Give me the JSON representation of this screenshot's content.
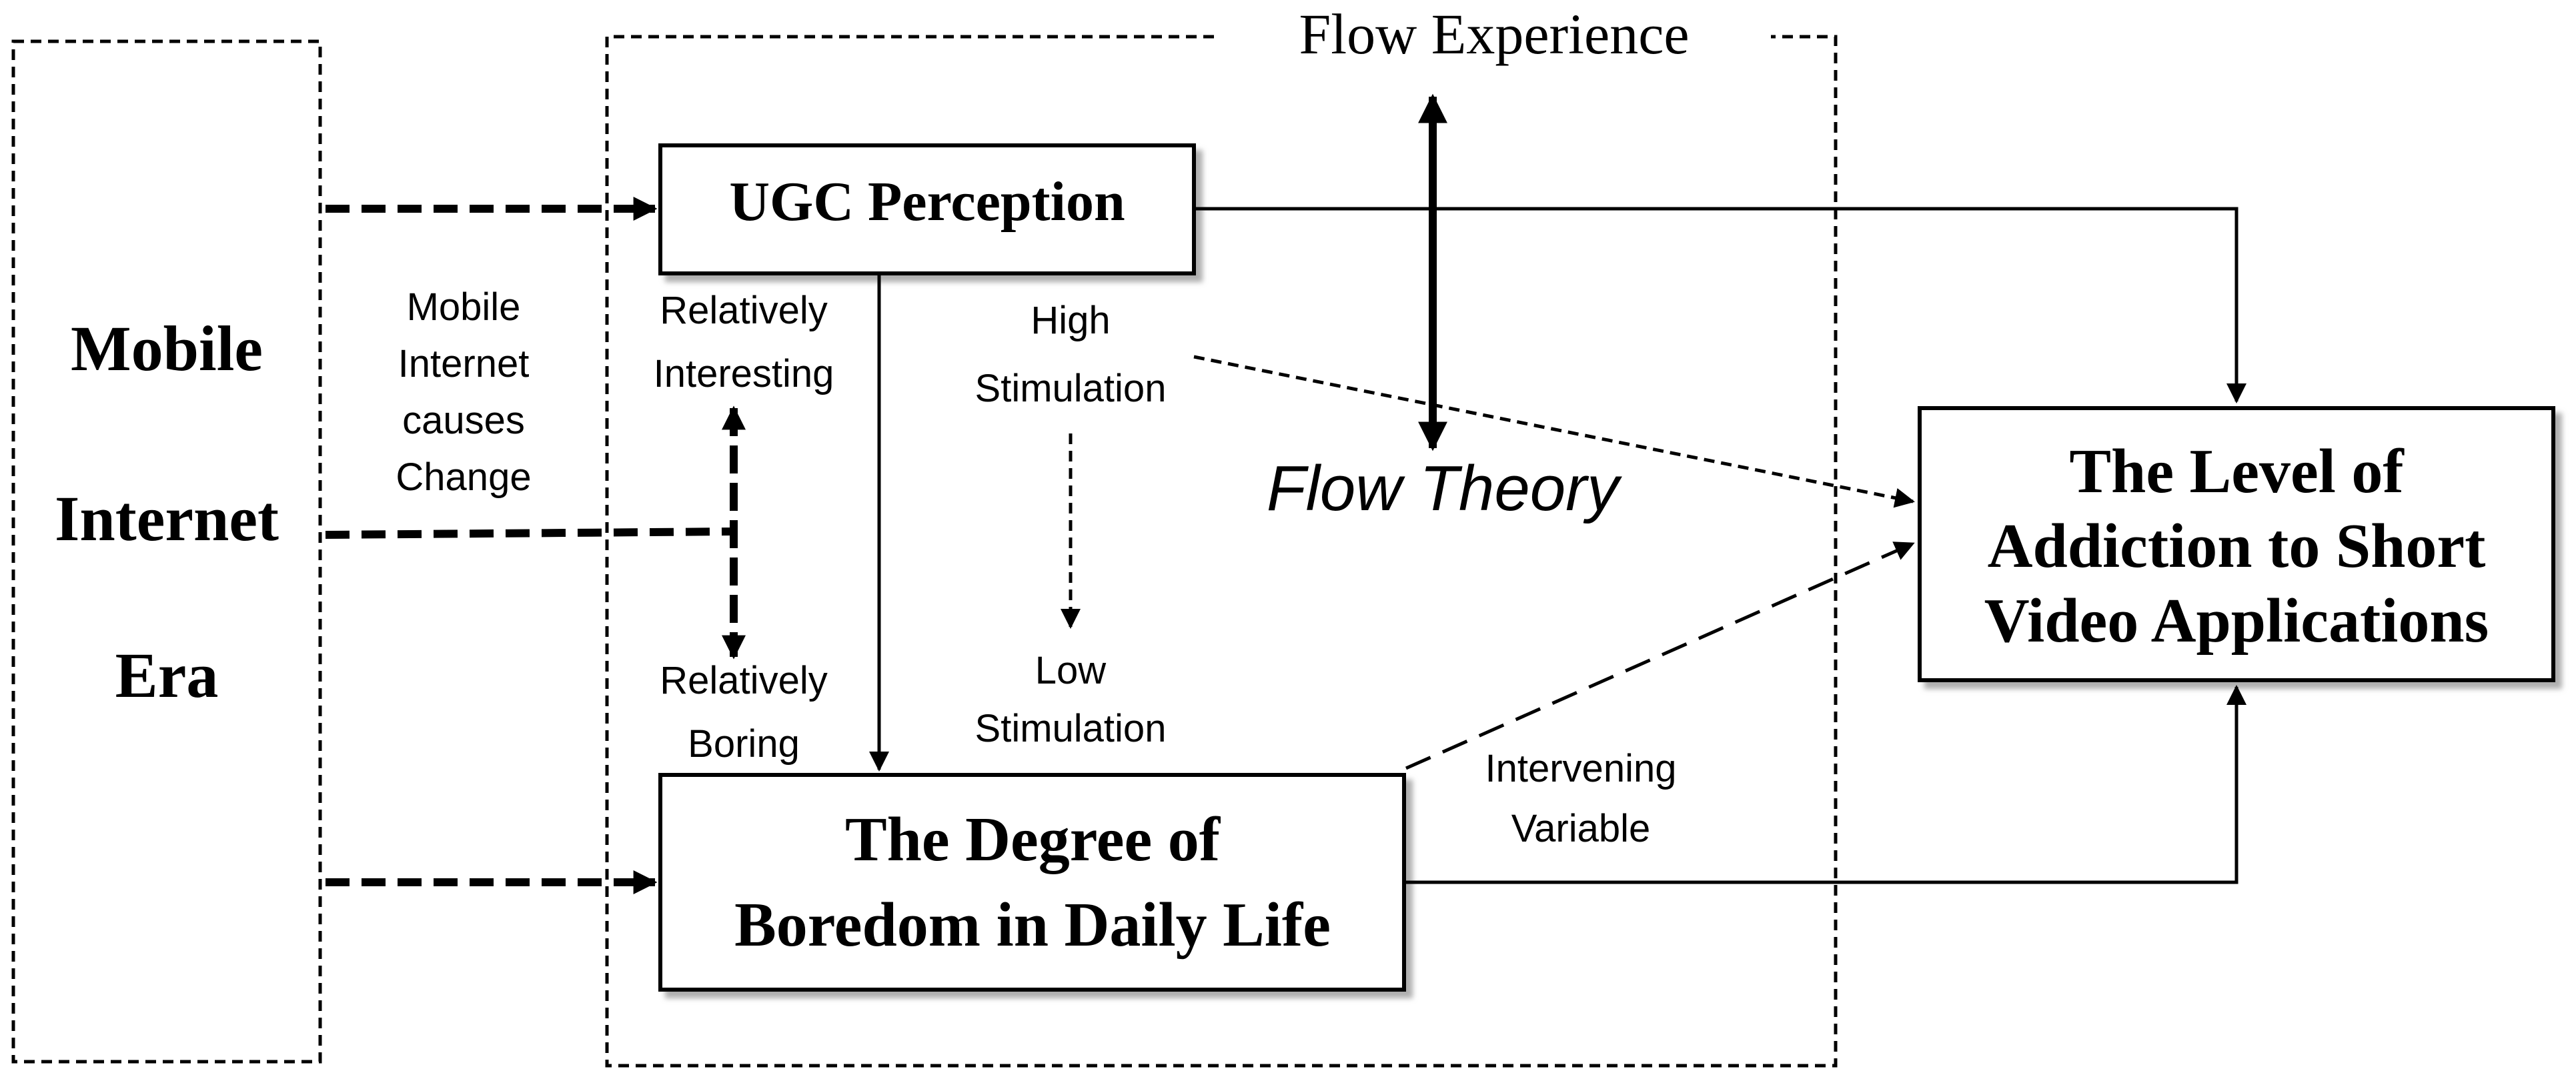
{
  "left_panel": {
    "line1": "Mobile",
    "line2": "Internet",
    "line3": "Era"
  },
  "flow_frame": {
    "title": "Flow Experience"
  },
  "ugc_box": {
    "label": "UGC Perception"
  },
  "boredom_box": {
    "line1": "The Degree of",
    "line2": "Boredom in Daily Life"
  },
  "addiction_box": {
    "line1": "The Level of",
    "line2": "Addiction to Short",
    "line3": "Video Applications"
  },
  "labels": {
    "mobile_change": [
      "Mobile",
      "Internet",
      "causes",
      "Change"
    ],
    "relatively_interesting": [
      "Relatively",
      "Interesting"
    ],
    "relatively_boring": [
      "Relatively",
      "Boring"
    ],
    "high_stimulation": [
      "High",
      "Stimulation"
    ],
    "low_stimulation": [
      "Low",
      "Stimulation"
    ],
    "flow_theory": "Flow Theory",
    "intervening_variable": [
      "Intervening",
      "Variable"
    ]
  }
}
